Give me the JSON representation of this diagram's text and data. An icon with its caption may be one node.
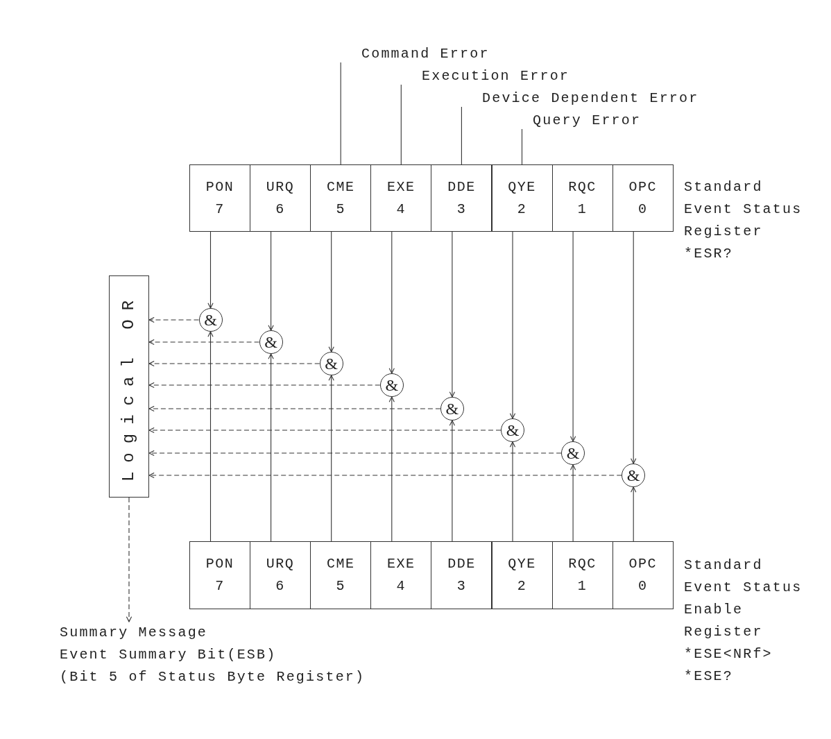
{
  "diagram": {
    "nodes": [
      {
        "text": [
          "Command Error"
        ]
      },
      {
        "text": [
          "Execution Error"
        ]
      },
      {
        "text": [
          "Device Dependent Error"
        ]
      },
      {
        "text": [
          "Query Error"
        ]
      },
      {
        "text": [
          "PON",
          "7"
        ]
      },
      {
        "text": [
          "URQ",
          "6"
        ]
      },
      {
        "text": [
          "CME",
          "5"
        ]
      },
      {
        "text": [
          "EXE",
          "4"
        ]
      },
      {
        "text": [
          "DDE",
          "3"
        ]
      },
      {
        "text": [
          "QYE",
          "2"
        ]
      },
      {
        "text": [
          "RQC",
          "1"
        ]
      },
      {
        "text": [
          "OPC",
          "0"
        ]
      },
      {
        "text": [
          "&"
        ]
      },
      {
        "text": [
          "&"
        ]
      },
      {
        "text": [
          "&"
        ]
      },
      {
        "text": [
          "&"
        ]
      },
      {
        "text": [
          "&"
        ]
      },
      {
        "text": [
          "&"
        ]
      },
      {
        "text": [
          "&"
        ]
      },
      {
        "text": [
          "&"
        ]
      },
      {
        "text": [
          "Logical OR"
        ]
      },
      {
        "text": [
          "PON",
          "7"
        ]
      },
      {
        "text": [
          "URQ",
          "6"
        ]
      },
      {
        "text": [
          "CME",
          "5"
        ]
      },
      {
        "text": [
          "EXE",
          "4"
        ]
      },
      {
        "text": [
          "DDE",
          "3"
        ]
      },
      {
        "text": [
          "QYE",
          "2"
        ]
      },
      {
        "text": [
          "RQC",
          "1"
        ]
      },
      {
        "text": [
          "OPC",
          "0"
        ]
      },
      {
        "text": [
          "Summary Message",
          "Event Summary Bit(ESB)",
          "(Bit 5 of Status Byte Register)"
        ]
      }
    ],
    "edges": [
      {
        "from": 0,
        "to": 6,
        "arrow": "none"
      },
      {
        "from": 1,
        "to": 7,
        "arrow": "none"
      },
      {
        "from": 2,
        "to": 8,
        "arrow": "none"
      },
      {
        "from": 3,
        "to": 9,
        "arrow": "none"
      },
      {
        "from": 4,
        "to": 12,
        "arrow": "to"
      },
      {
        "from": 5,
        "to": 13,
        "arrow": "to"
      },
      {
        "from": 6,
        "to": 14,
        "arrow": "to"
      },
      {
        "from": 7,
        "to": 15,
        "arrow": "to"
      },
      {
        "from": 8,
        "to": 16,
        "arrow": "to"
      },
      {
        "from": 9,
        "to": 17,
        "arrow": "to"
      },
      {
        "from": 10,
        "to": 18,
        "arrow": "to"
      },
      {
        "from": 11,
        "to": 19,
        "arrow": "to"
      },
      {
        "from": 21,
        "to": 12,
        "arrow": "to"
      },
      {
        "from": 22,
        "to": 13,
        "arrow": "to"
      },
      {
        "from": 23,
        "to": 14,
        "arrow": "to"
      },
      {
        "from": 24,
        "to": 15,
        "arrow": "to"
      },
      {
        "from": 25,
        "to": 16,
        "arrow": "to"
      },
      {
        "from": 26,
        "to": 17,
        "arrow": "to"
      },
      {
        "from": 27,
        "to": 18,
        "arrow": "to"
      },
      {
        "from": 28,
        "to": 19,
        "arrow": "to"
      },
      {
        "from": 12,
        "to": 20,
        "arrow": "to",
        "style": "dashed"
      },
      {
        "from": 13,
        "to": 20,
        "arrow": "to",
        "style": "dashed"
      },
      {
        "from": 14,
        "to": 20,
        "arrow": "to",
        "style": "dashed"
      },
      {
        "from": 15,
        "to": 20,
        "arrow": "to",
        "style": "dashed"
      },
      {
        "from": 16,
        "to": 20,
        "arrow": "to",
        "style": "dashed"
      },
      {
        "from": 17,
        "to": 20,
        "arrow": "to",
        "style": "dashed"
      },
      {
        "from": 18,
        "to": 20,
        "arrow": "to",
        "style": "dashed"
      },
      {
        "from": 19,
        "to": 20,
        "arrow": "to",
        "style": "dashed"
      },
      {
        "from": 20,
        "to": 29,
        "arrow": "to",
        "style": "dashed"
      }
    ],
    "labels": [
      "Standard Event Status Register",
      "*ESR?",
      "Standard Event Status Enable Register",
      "*ESE<NRf>",
      "*ESE?"
    ]
  }
}
